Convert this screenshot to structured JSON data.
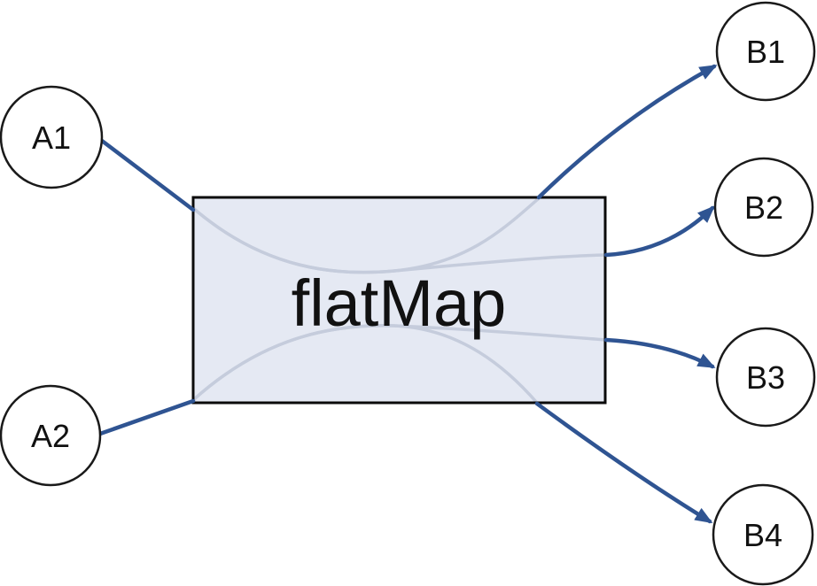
{
  "diagram": {
    "operator_box": {
      "label": "flatMap"
    },
    "input_nodes": [
      {
        "id": "A1",
        "label": "A1"
      },
      {
        "id": "A2",
        "label": "A2"
      }
    ],
    "output_nodes": [
      {
        "id": "B1",
        "label": "B1"
      },
      {
        "id": "B2",
        "label": "B2"
      },
      {
        "id": "B3",
        "label": "B3"
      },
      {
        "id": "B4",
        "label": "B4"
      }
    ],
    "connections": [
      {
        "from": "A1",
        "to": "flatMap"
      },
      {
        "from": "A2",
        "to": "flatMap"
      },
      {
        "from": "flatMap",
        "to": "B1"
      },
      {
        "from": "flatMap",
        "to": "B2"
      },
      {
        "from": "flatMap",
        "to": "B3"
      },
      {
        "from": "flatMap",
        "to": "B4"
      }
    ],
    "colors": {
      "arrow_blue": "#2f5492",
      "inner_curve_gray": "#c5ccdc",
      "box_fill": "#e5e9f3",
      "box_border": "#0a0a0a",
      "node_fill": "#ffffff",
      "node_border": "#1a1a1a",
      "label_text": "#111111"
    }
  }
}
